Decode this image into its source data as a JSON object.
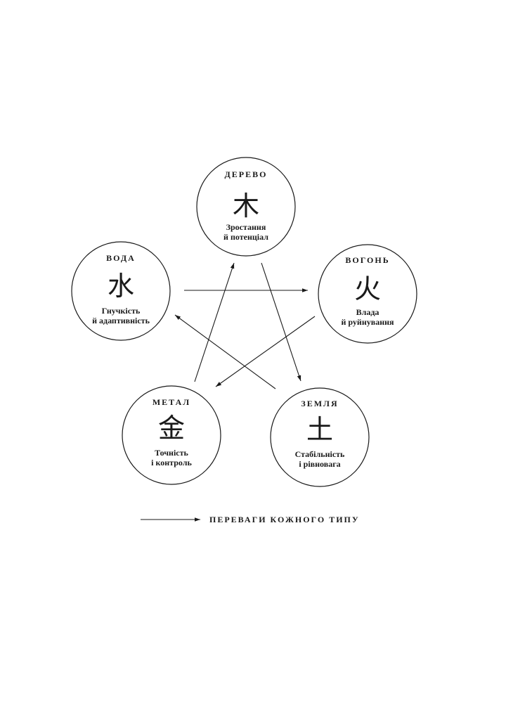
{
  "nodes": [
    {
      "id": "wood",
      "name": "ДЕРЕВО",
      "glyph": "木",
      "desc_line1": "Зростання",
      "desc_line2": "й потенціал"
    },
    {
      "id": "fire",
      "name": "ВОГОНЬ",
      "glyph": "火",
      "desc_line1": "Влада",
      "desc_line2": "й руйнування"
    },
    {
      "id": "earth",
      "name": "ЗЕМЛЯ",
      "glyph": "土",
      "desc_line1": "Стабільність",
      "desc_line2": "і рівновага"
    },
    {
      "id": "metal",
      "name": "МЕТАЛ",
      "glyph": "金",
      "desc_line1": "Точність",
      "desc_line2": "і контроль"
    },
    {
      "id": "water",
      "name": "ВОДА",
      "glyph": "水",
      "desc_line1": "Гнучкість",
      "desc_line2": "й адаптивність"
    }
  ],
  "edges": [
    {
      "from": "water",
      "to": "fire"
    },
    {
      "from": "wood",
      "to": "earth"
    },
    {
      "from": "fire",
      "to": "metal"
    },
    {
      "from": "earth",
      "to": "water"
    },
    {
      "from": "metal",
      "to": "wood"
    }
  ],
  "legend": {
    "label": "ПЕРЕВАГИ КОЖНОГО ТИПУ"
  }
}
